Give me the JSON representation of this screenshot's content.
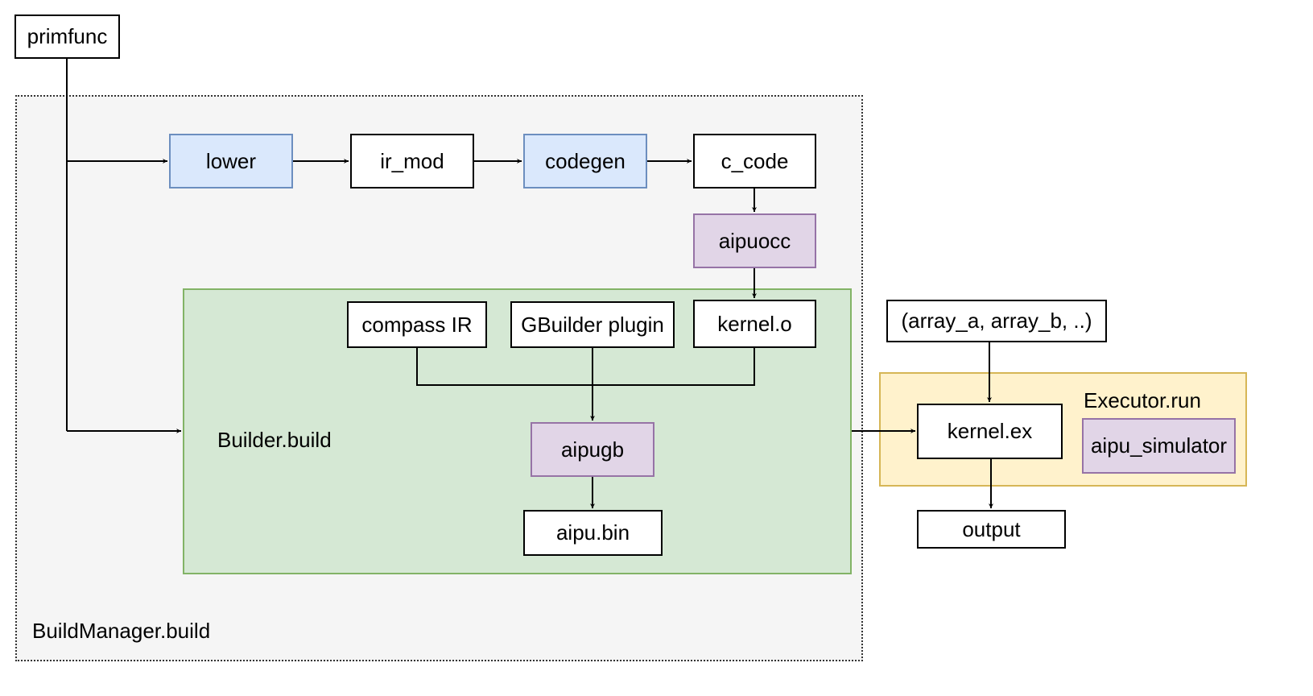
{
  "colors": {
    "build_manager_fill": "#f5f5f5",
    "builder_fill": "#d5e8d4",
    "builder_stroke": "#82b366",
    "executor_fill": "#fff2cc",
    "executor_stroke": "#d6b656",
    "blue_fill": "#dae8fc",
    "blue_stroke": "#6c8ebf",
    "purple_fill": "#e1d5e7",
    "purple_stroke": "#9673a6"
  },
  "regions": {
    "build_manager": "BuildManager.build",
    "builder": "Builder.build",
    "executor": "Executor.run"
  },
  "nodes": {
    "primfunc": "primfunc",
    "lower": "lower",
    "ir_mod": "ir_mod",
    "codegen": "codegen",
    "c_code": "c_code",
    "aipuocc": "aipuocc",
    "compass_ir": "compass IR",
    "gbuilder_plugin": "GBuilder plugin",
    "kernel_o": "kernel.o",
    "aipugb": "aipugb",
    "aipu_bin": "aipu.bin",
    "args": "(array_a, array_b, ..)",
    "kernel_ex": "kernel.ex",
    "aipu_simulator": "aipu_simulator",
    "output": "output"
  }
}
